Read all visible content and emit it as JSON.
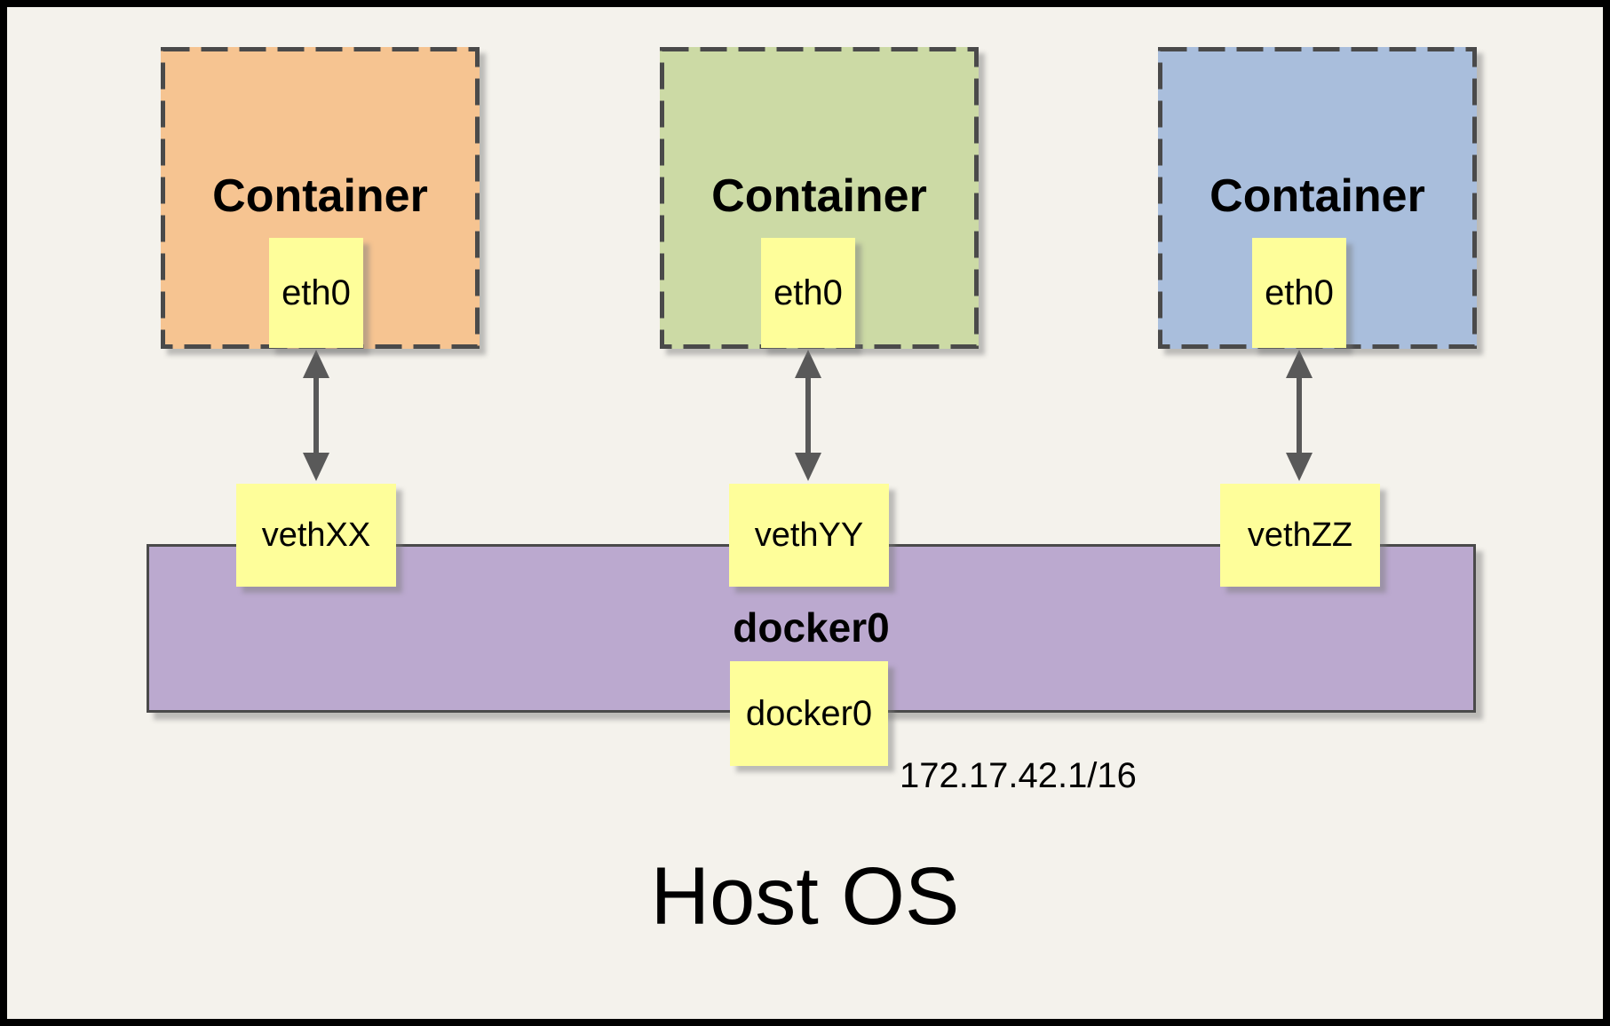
{
  "containers": [
    {
      "label": "Container",
      "eth_label": "eth0",
      "veth_label": "vethXX",
      "fill": "#F6C491"
    },
    {
      "label": "Container",
      "eth_label": "eth0",
      "veth_label": "vethYY",
      "fill": "#CCDAA5"
    },
    {
      "label": "Container",
      "eth_label": "eth0",
      "veth_label": "vethZZ",
      "fill": "#A9BEDC"
    }
  ],
  "bridge": {
    "name_label": "docker0",
    "interface_label": "docker0",
    "ip_address": "172.17.42.1/16",
    "fill": "#BBA9CF"
  },
  "host_os_label": "Host OS",
  "colors": {
    "background": "#F4F2EC",
    "frame": "#000000",
    "note_yellow": "#FEFE9A",
    "dash_border": "#4A4A4A",
    "arrow": "#595959"
  }
}
